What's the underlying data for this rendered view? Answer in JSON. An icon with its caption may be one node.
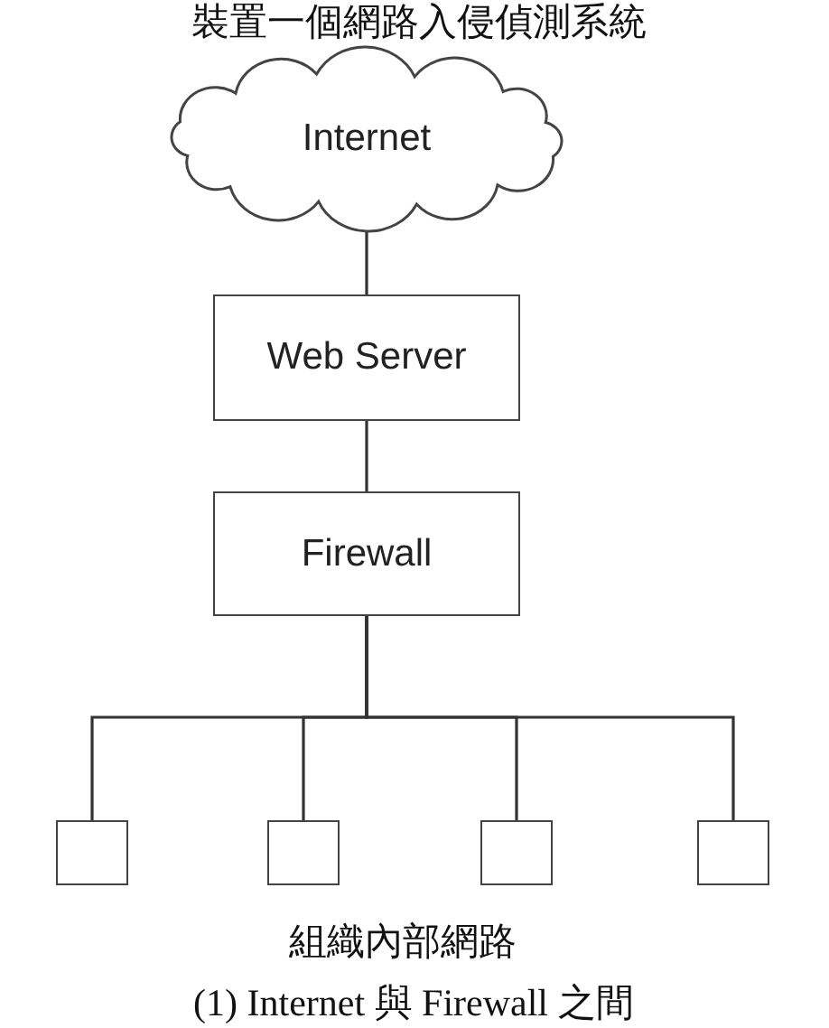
{
  "diagram": {
    "nodes": [
      {
        "text": [
          "Internet"
        ]
      },
      {
        "text": [
          "Web Server"
        ]
      },
      {
        "text": [
          "Firewall"
        ]
      },
      {
        "text": [],
        "shape": "box"
      },
      {
        "text": [],
        "shape": "box"
      },
      {
        "text": [],
        "shape": "box"
      },
      {
        "text": [],
        "shape": "box"
      }
    ],
    "edges": [
      {
        "from": 0,
        "to": 1,
        "arrow": "none"
      },
      {
        "from": 1,
        "to": 2,
        "arrow": "none"
      },
      {
        "from": 2,
        "to": 3,
        "arrow": "none"
      },
      {
        "from": 2,
        "to": 4,
        "arrow": "none"
      },
      {
        "from": 2,
        "to": 5,
        "arrow": "none"
      },
      {
        "from": 2,
        "to": 6,
        "arrow": "none"
      }
    ],
    "labels": [
      "裝置一個網路入侵偵測系統",
      "組織內部網路",
      "(1) Internet 與 Firewall 之間"
    ]
  }
}
